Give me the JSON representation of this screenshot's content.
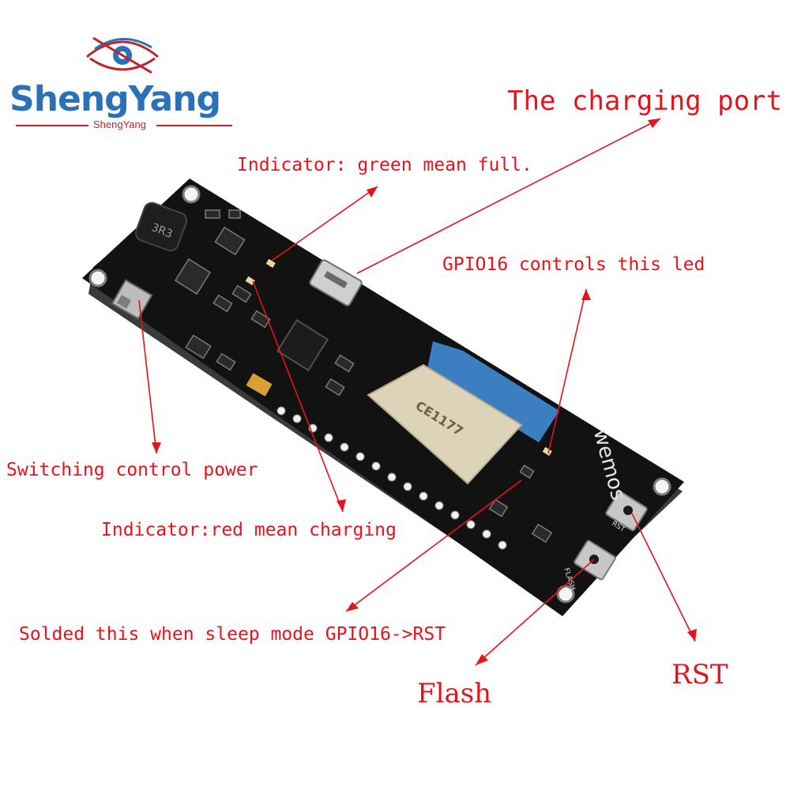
{
  "brand": {
    "name": "ShengYang",
    "sub": "ShengYang",
    "color_primary": "#2a72b8",
    "color_accent": "#c0242b"
  },
  "board": {
    "inductor_label": "3R3",
    "module_label": "CE1177",
    "brand_mark": "wemos",
    "flash_silk": "FLASH",
    "rst_silk": "RST"
  },
  "annotations": {
    "charging_port": "The charging port",
    "green_indicator": "Indicator: green mean full.",
    "gpio16_led": "GPIO16 controls this led",
    "switching": "Switching control power",
    "red_indicator": "Indicator:red mean charging",
    "solder": "Solded this when sleep mode GPIO16->RST",
    "flash": "Flash",
    "rst": "RST"
  },
  "colors": {
    "annotation": "#e8121a",
    "pcb": "#111111",
    "module": "#d8d0b8"
  }
}
